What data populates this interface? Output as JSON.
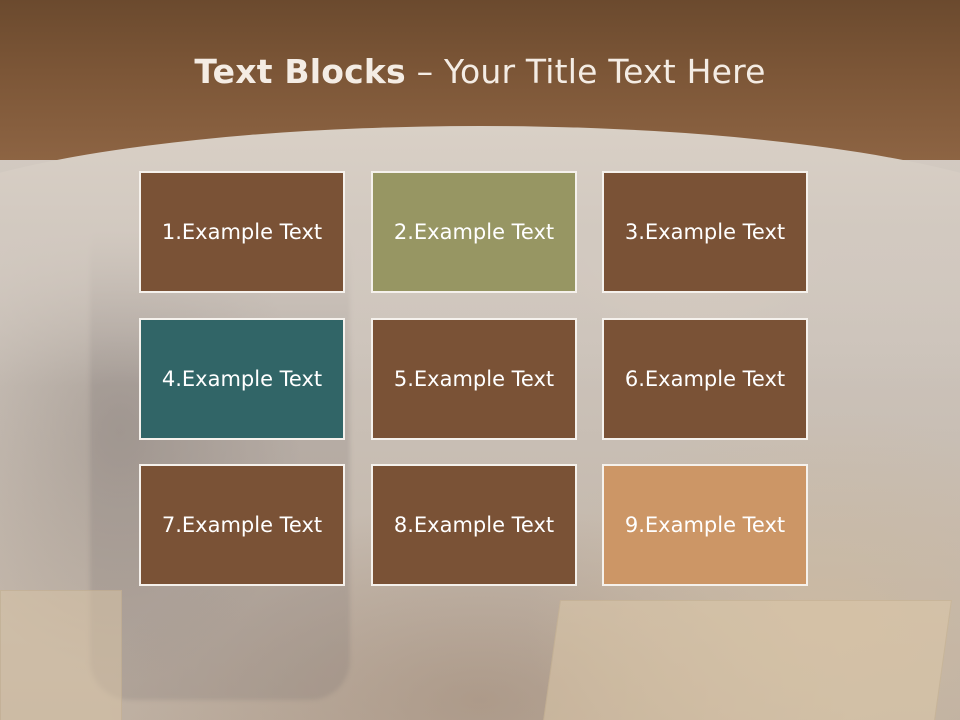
{
  "slide": {
    "title_bold": "Text Blocks",
    "title_rest": " – Your Title Text Here"
  },
  "colors": {
    "header": "#7a5536",
    "block_brown": "#7a5236",
    "block_olive": "#979663",
    "block_teal": "#316567",
    "block_tan": "#cc9666",
    "border": "#f5f1ec"
  },
  "blocks": [
    {
      "label": "1.Example Text",
      "color": "#7a5236"
    },
    {
      "label": "2.Example Text",
      "color": "#979663"
    },
    {
      "label": "3.Example Text",
      "color": "#7a5236"
    },
    {
      "label": "4.Example Text",
      "color": "#316567"
    },
    {
      "label": "5.Example Text",
      "color": "#7a5236"
    },
    {
      "label": "6.Example Text",
      "color": "#7a5236"
    },
    {
      "label": "7.Example Text",
      "color": "#7a5236"
    },
    {
      "label": "8.Example Text",
      "color": "#7a5236"
    },
    {
      "label": "9.Example Text",
      "color": "#cc9666"
    }
  ]
}
